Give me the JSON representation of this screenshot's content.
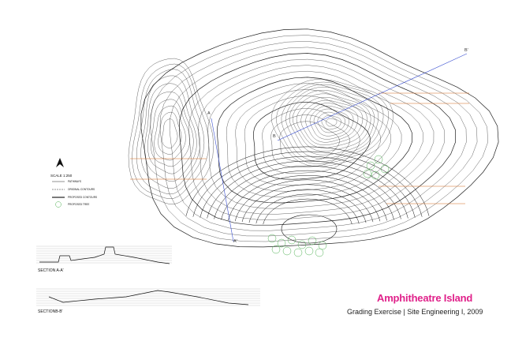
{
  "title": "Amphitheatre Island",
  "subtitle": "Grading Exercise | Site Engineering I, 2009",
  "scale": "SCALE 1:250",
  "legend": [
    {
      "label": "PATHWAYS",
      "style": "solid"
    },
    {
      "label": "ORIGINAL CONTOURS",
      "style": "dashed"
    },
    {
      "label": "PROPOSED CONTOURS",
      "style": "bold"
    },
    {
      "label": "PROPOSED TREE",
      "style": "circle"
    }
  ],
  "sections": [
    {
      "label": "SECTION A-A'"
    },
    {
      "label": "SECTIONB-B'"
    }
  ],
  "section_markers": {
    "a": "A",
    "a_prime": "A'",
    "b": "B",
    "b_prime": "B'"
  },
  "colors": {
    "title": "#e0218a",
    "tree": "#4caf50",
    "callout_line": "#d2691e",
    "section_line": "#3a4fd0"
  }
}
